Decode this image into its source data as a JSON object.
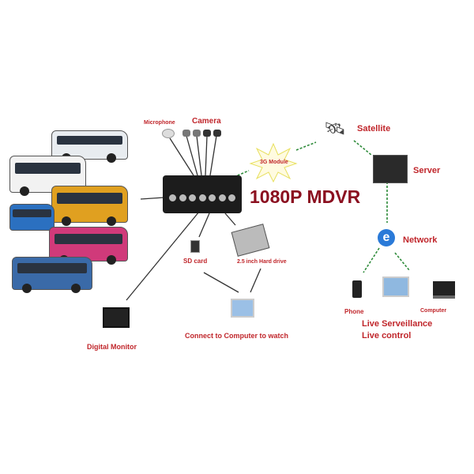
{
  "title": "1080P MDVR",
  "labels": {
    "microphone": "Microphone",
    "camera": "Camera",
    "module": "3G Module",
    "satellite": "Satellite",
    "server": "Server",
    "network": "Network",
    "sd_card": "SD card",
    "hard_drive": "2.5 inch Hard drive",
    "digital_monitor": "Digital Monitor",
    "connect_computer": "Connect to Computer to watch",
    "phone": "Phone",
    "computer": "Computer",
    "live_surveillance": "Live Serveillance",
    "live_control": "Live control"
  },
  "colors": {
    "label": "#c0262b",
    "title": "#8b1020",
    "arrow": "#2e8b3a"
  }
}
